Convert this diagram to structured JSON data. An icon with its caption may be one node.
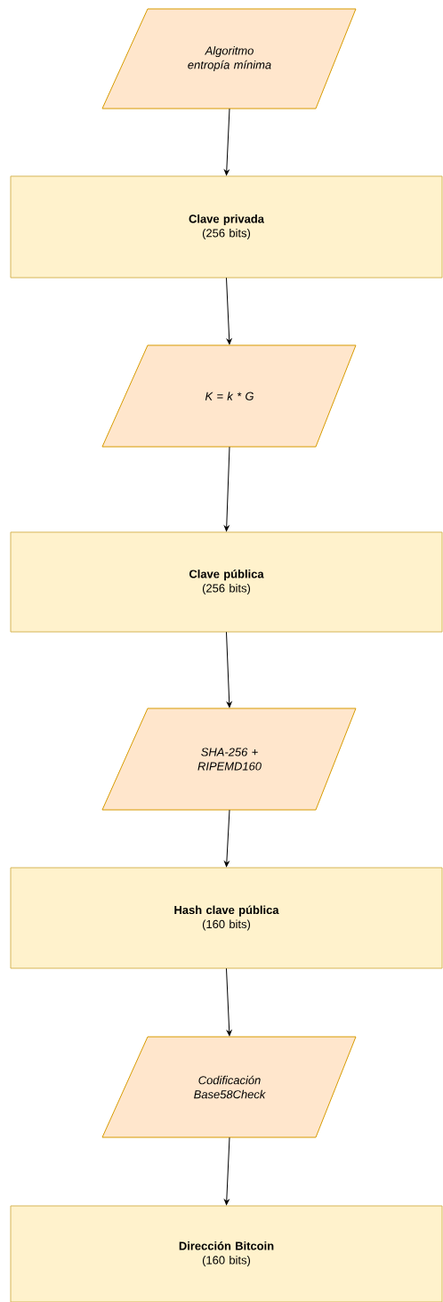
{
  "diagram": {
    "nodes": [
      {
        "text": [
          "Algoritmo entropía mínima"
        ]
      },
      {
        "text": [
          "Clave privada",
          "(256 bits)"
        ]
      },
      {
        "text": [
          "K = k  * G"
        ]
      },
      {
        "text": [
          "Clave pública",
          "(256 bits)"
        ]
      },
      {
        "text": [
          "SHA-256 + RIPEMD160"
        ]
      },
      {
        "text": [
          "Hash clave pública",
          "(160 bits)"
        ]
      },
      {
        "text": [
          "Codificación Base58Check"
        ]
      },
      {
        "text": [
          "Dirección Bitcoin",
          "(160 bits)"
        ]
      }
    ],
    "edges": [
      {
        "from": 0,
        "to": 1,
        "arrow": "to"
      },
      {
        "from": 1,
        "to": 2,
        "arrow": "to"
      },
      {
        "from": 2,
        "to": 3,
        "arrow": "to"
      },
      {
        "from": 3,
        "to": 4,
        "arrow": "to"
      },
      {
        "from": 4,
        "to": 5,
        "arrow": "to"
      },
      {
        "from": 5,
        "to": 6,
        "arrow": "to"
      },
      {
        "from": 6,
        "to": 7,
        "arrow": "to"
      }
    ]
  }
}
